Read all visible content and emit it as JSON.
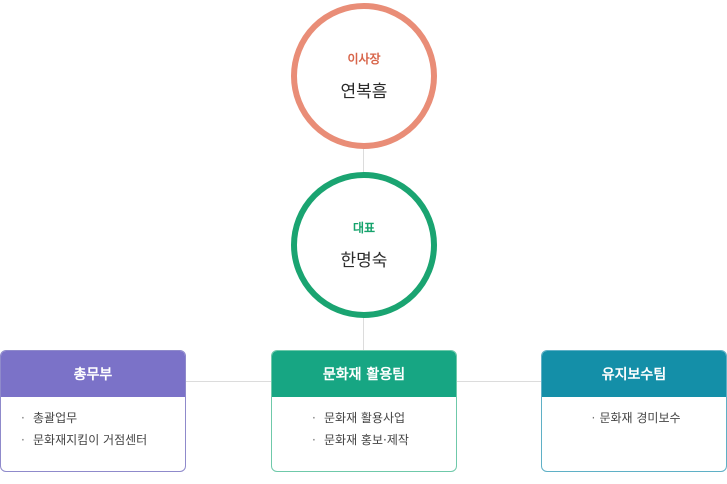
{
  "chairman": {
    "role": "이사장",
    "name": "연복흠"
  },
  "ceo": {
    "role": "대표",
    "name": "한명숙"
  },
  "departments": [
    {
      "title": "총무부",
      "items": [
        "총괄업무",
        "문화재지킴이 거점센터"
      ]
    },
    {
      "title": "문화재 활용팀",
      "items": [
        "문화재 활용사업",
        "문화재 홍보·제작"
      ]
    },
    {
      "title": "유지보수팀",
      "items": [
        "문화재 경미보수"
      ]
    }
  ],
  "bullet": "·",
  "colors": {
    "chairman_ring": "#e98d77",
    "ceo_ring": "#1aa471",
    "general_header": "#7b72c8",
    "heritage_header": "#17a683",
    "maintenance_header": "#148fa8",
    "connector": "#dcdcdc"
  }
}
